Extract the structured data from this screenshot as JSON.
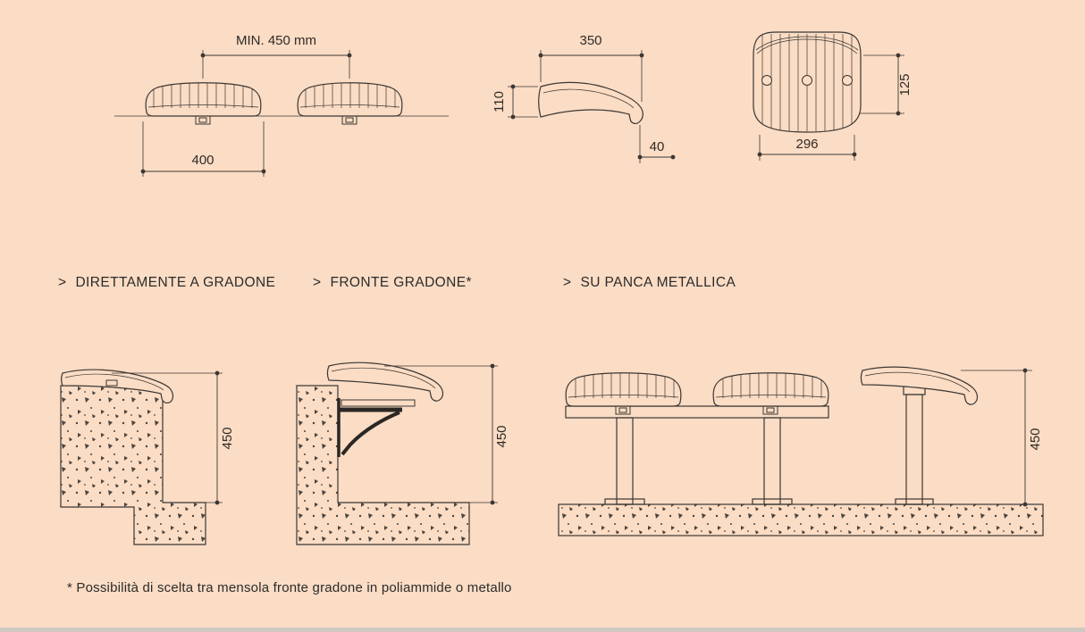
{
  "page": {
    "background": "#FBDCC4",
    "line_color": "#3B3734"
  },
  "top_row": {
    "front_view": {
      "spacing_label": "MIN. 450 mm",
      "width_label": "400"
    },
    "side_view": {
      "depth_label": "350",
      "height_label": "110",
      "lip_label": "40"
    },
    "plan_view": {
      "offset_label": "125",
      "width_label": "296"
    }
  },
  "sections": {
    "gradone": {
      "marker": ">",
      "label": "DIRETTAMENTE A GRADONE",
      "height_label": "450"
    },
    "fronte_gradone": {
      "marker": ">",
      "label": "FRONTE GRADONE*",
      "height_label": "450"
    },
    "panca": {
      "marker": ">",
      "label": "SU PANCA METALLICA",
      "height_label": "450"
    }
  },
  "footnote": "* Possibilità di scelta tra mensola fronte gradone in poliammide o metallo"
}
